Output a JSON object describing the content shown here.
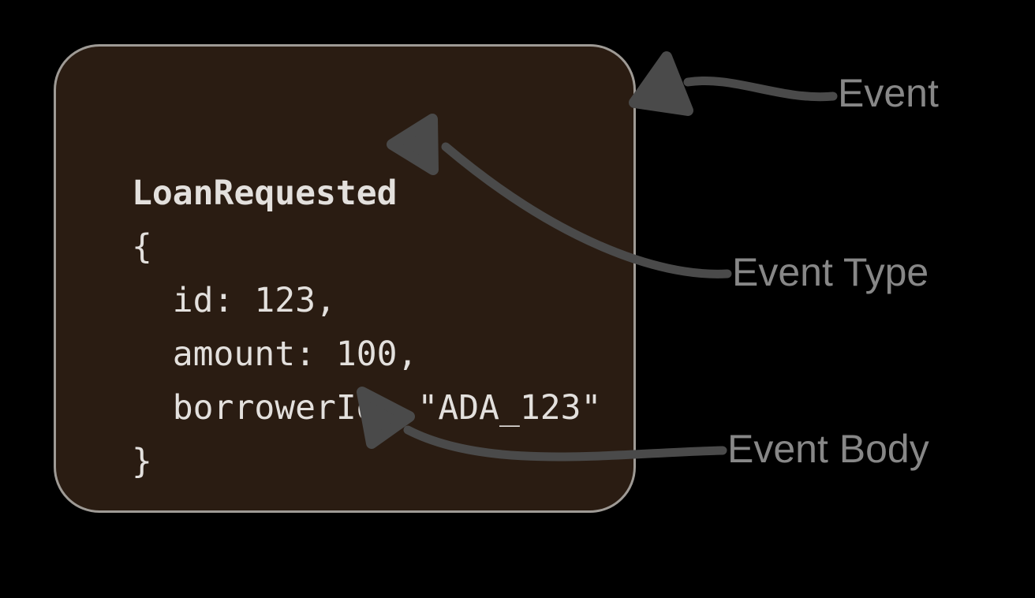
{
  "diagram": {
    "type": "annotated-event-structure",
    "background_color": "#000000",
    "card": {
      "fill_color": "#2a1c12",
      "border_color": "#9e9a95",
      "event_type": "LoanRequested",
      "body_open": "{",
      "body_close": "}",
      "body_lines": [
        "  id: 123,",
        "  amount: 100,",
        "  borrowerId: \"ADA_123\""
      ],
      "fields": [
        {
          "key": "id",
          "value": "123"
        },
        {
          "key": "amount",
          "value": "100"
        },
        {
          "key": "borrowerId",
          "value": "\"ADA_123\""
        }
      ]
    },
    "annotations": [
      {
        "id": "event",
        "label": "Event",
        "points_to": "card-outline",
        "color": "#878787",
        "connector_color": "#4a4a4a"
      },
      {
        "id": "event-type",
        "label": "Event Type",
        "points_to": "event-type-name",
        "color": "#878787",
        "connector_color": "#4a4a4a"
      },
      {
        "id": "event-body",
        "label": "Event Body",
        "points_to": "event-body-json",
        "color": "#878787",
        "connector_color": "#4a4a4a"
      }
    ]
  }
}
